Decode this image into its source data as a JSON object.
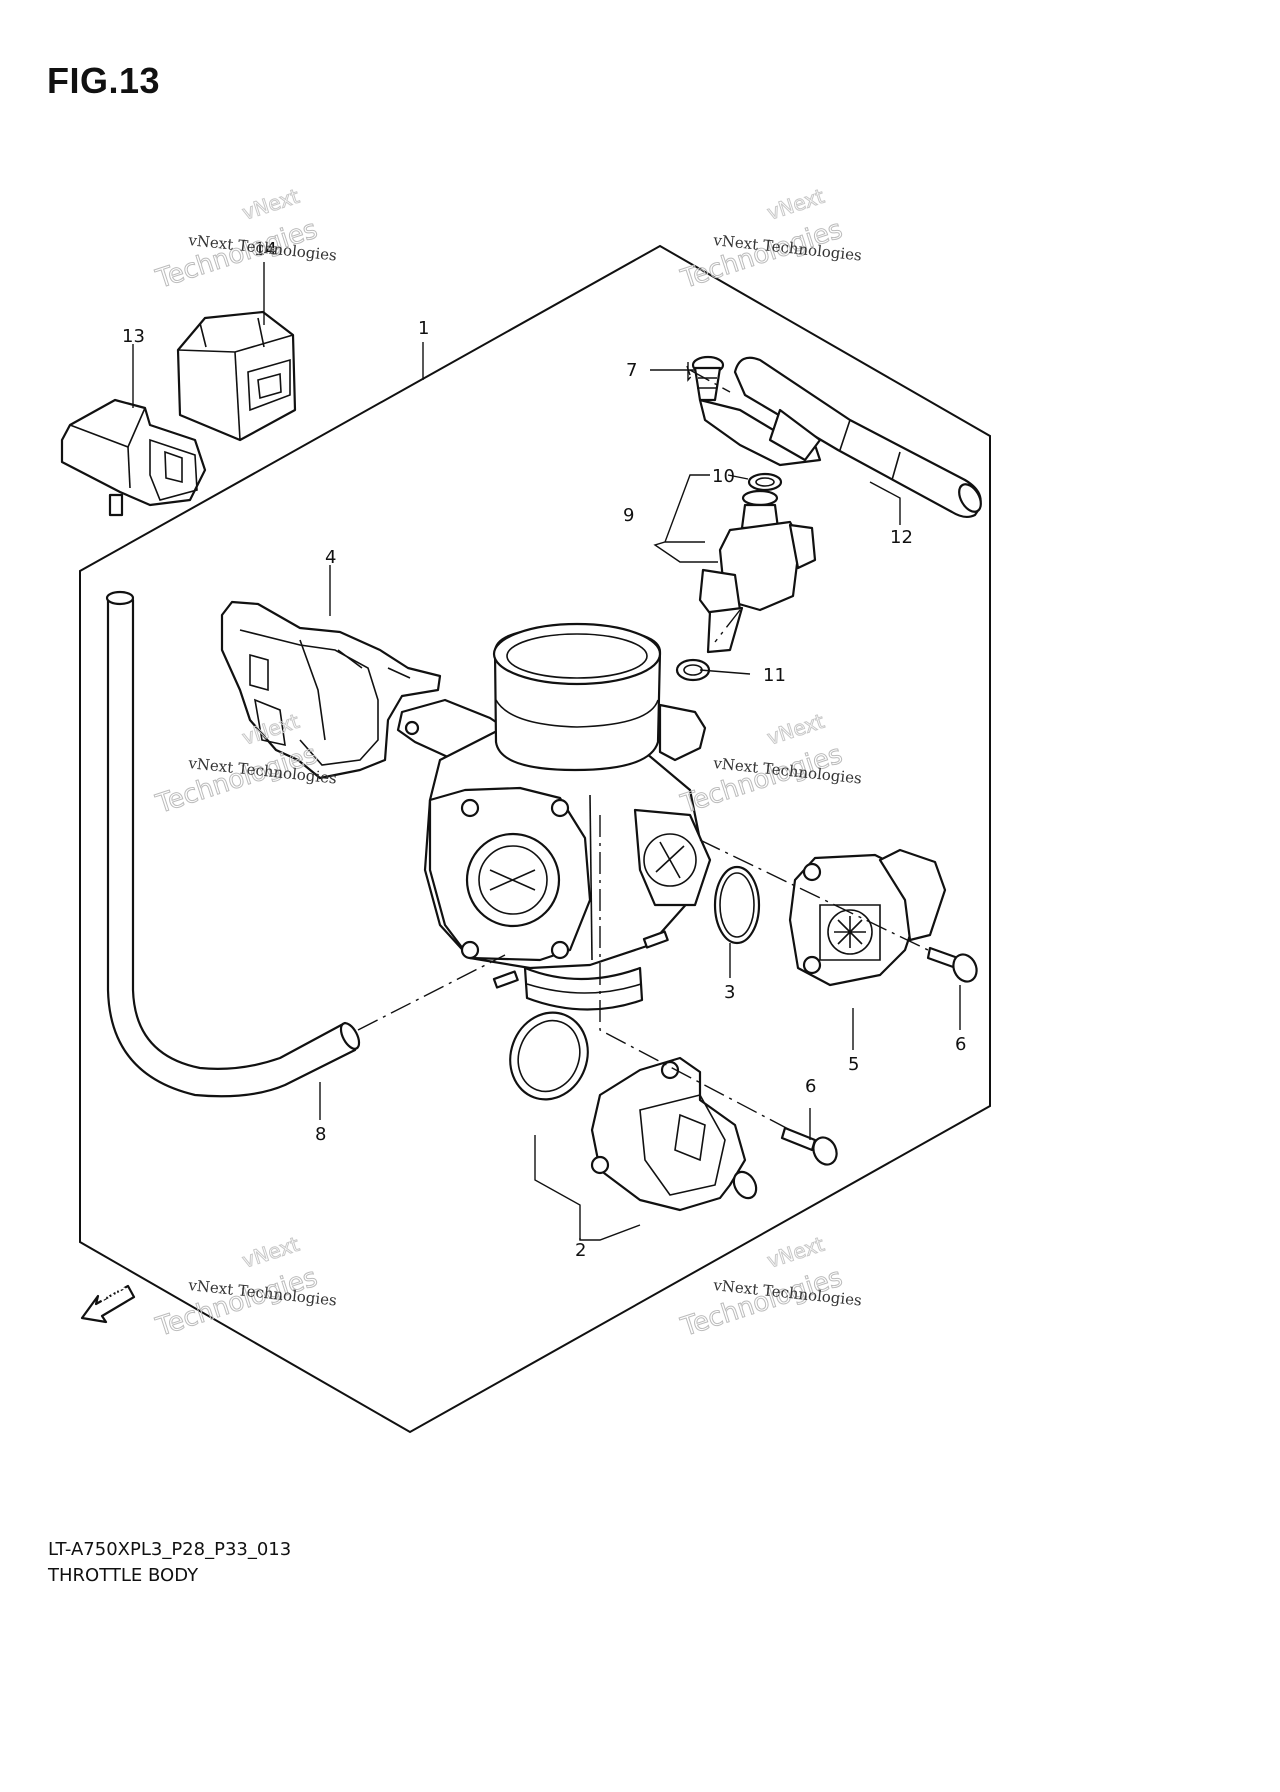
{
  "figure": {
    "title": "FIG.13",
    "code": "LT-A750XPL3_P28_P33_013",
    "name": "THROTTLE BODY"
  },
  "watermark": {
    "company": "vNext Technologies",
    "word1": "vNext",
    "word2": "Technologies"
  },
  "fwd_label": "FWD",
  "callouts": [
    "1",
    "2",
    "3",
    "4",
    "5",
    "6",
    "6",
    "7",
    "8",
    "9",
    "10",
    "11",
    "12",
    "13",
    "14"
  ]
}
